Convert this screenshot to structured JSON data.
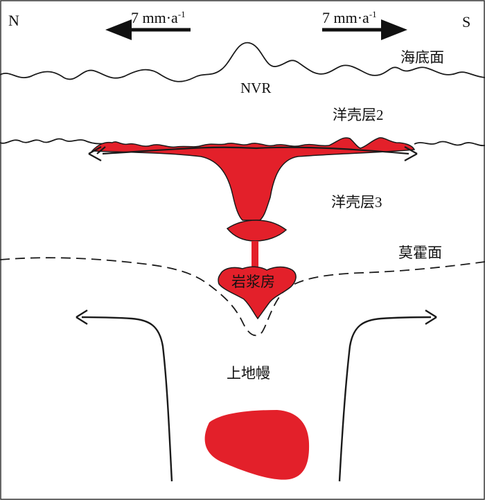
{
  "labels": {
    "north": "N",
    "south": "S",
    "rate_left": "7 mm·a",
    "rate_left_exp": "-1",
    "rate_right": "7 mm·a",
    "rate_right_exp": "-1",
    "seafloor": "海底面",
    "ridge": "NVR",
    "layer2": "洋壳层2",
    "layer3": "洋壳层3",
    "moho": "莫霍面",
    "magma_chamber": "岩浆房",
    "upper_mantle": "上地幔"
  },
  "colors": {
    "magma": "#e3202a",
    "line": "#1a1a1a",
    "background": "#ffffff"
  }
}
